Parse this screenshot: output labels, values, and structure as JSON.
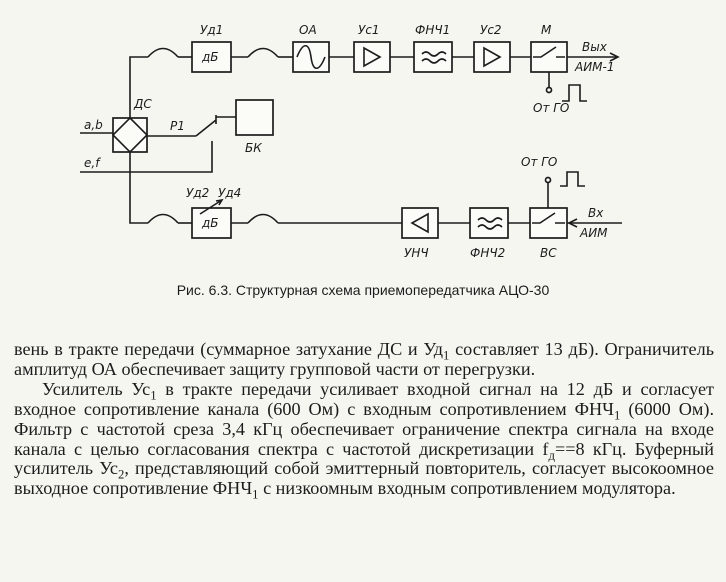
{
  "diagram": {
    "ds_label": "ДС",
    "ud1_label": "Уд1",
    "ud2_label": "Уд2",
    "ud4_label": "Уд4",
    "oa_label": "ОА",
    "us1_label": "Ус1",
    "fnch1_label": "ФНЧ1",
    "us2_label": "Ус2",
    "m_label": "М",
    "unch_label": "УНЧ",
    "fnch2_label": "ФНЧ2",
    "vs_label": "ВС",
    "bk_label": "БК",
    "db_upper": "дБ",
    "db_lower": "дБ",
    "p1_label": "Р1",
    "input_ab": "a,b",
    "input_ef": "e,f",
    "out_label_1": "Вых",
    "out_label_2": "АИМ-1",
    "in_label_1": "Вх",
    "in_label_2": "АИМ",
    "go_top": "От ГО",
    "go_bottom": "От ГО"
  },
  "caption": "Рис. 6.3. Структурная схема приемопередатчика АЦО-30",
  "text": {
    "p1_a": "вень в тракте передачи (суммарное затухание ДС и Уд",
    "p1_sub": "1",
    "p1_b": " составляет 13 дБ). Ограничитель амплитуд ОА обеспечивает защиту групповой части от перегрузки.",
    "p2_a": "Усилитель Ус",
    "p2_s1": "1",
    "p2_b": " в тракте передачи усиливает входной сигнал на 12 дБ и согласует входное сопротивление канала (600 Ом) с входным сопротивлением ФНЧ",
    "p2_s2": "1",
    "p2_c": " (6000 Ом). Фильтр с частотой среза 3,4 кГц обеспечивает ограничение спектра сигнала на входе канала с целью согласования спектра с частотой дискретизации f",
    "p2_s3": "д",
    "p2_d": "=",
    "p2_e": "=8 кГц. Буферный усилитель Ус",
    "p2_s4": "2",
    "p2_f": ", представляющий собой эмиттерный повторитель, согласует высокоомное выходное сопротивление ФНЧ",
    "p2_s5": "1",
    "p2_g": " с низкоомным входным  сопротивлением модулятора."
  }
}
